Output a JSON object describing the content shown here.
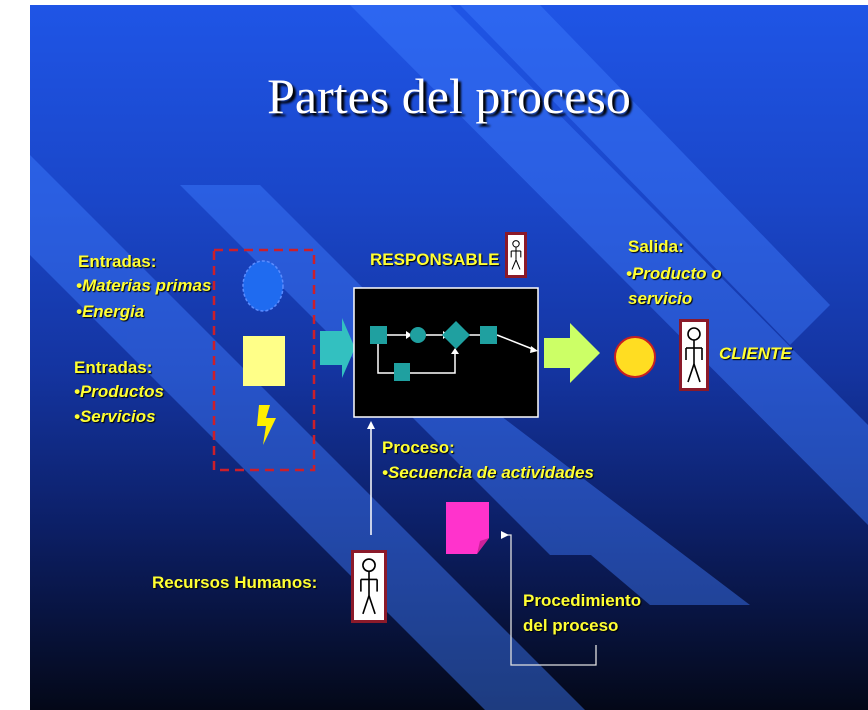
{
  "title": "Partes del proceso",
  "inputs_group_1": {
    "heading": "Entradas:",
    "items": [
      "•Materias primas",
      "•Energia"
    ]
  },
  "inputs_group_2": {
    "heading": "Entradas:",
    "items": [
      "•Productos",
      "•Servicios"
    ]
  },
  "responsable_label": "RESPONSABLE",
  "output": {
    "heading": "Salida:",
    "items": [
      "•Producto o",
      "servicio"
    ]
  },
  "cliente_label": "CLIENTE",
  "process": {
    "heading": "Proceso:",
    "items": [
      "•Secuencia de actividades"
    ]
  },
  "recursos_label": "Recursos Humanos:",
  "procedimiento": {
    "lines": [
      "Procedimiento",
      "del proceso"
    ]
  },
  "colors": {
    "text": "#ffff33",
    "process_box": "#000000",
    "flow_node": "#1fa0a0",
    "big_arrow_in": "#33c0c0",
    "big_arrow_out": "#ccff66",
    "dashed_border": "#cc1f2a",
    "document": "#ff33cc"
  }
}
